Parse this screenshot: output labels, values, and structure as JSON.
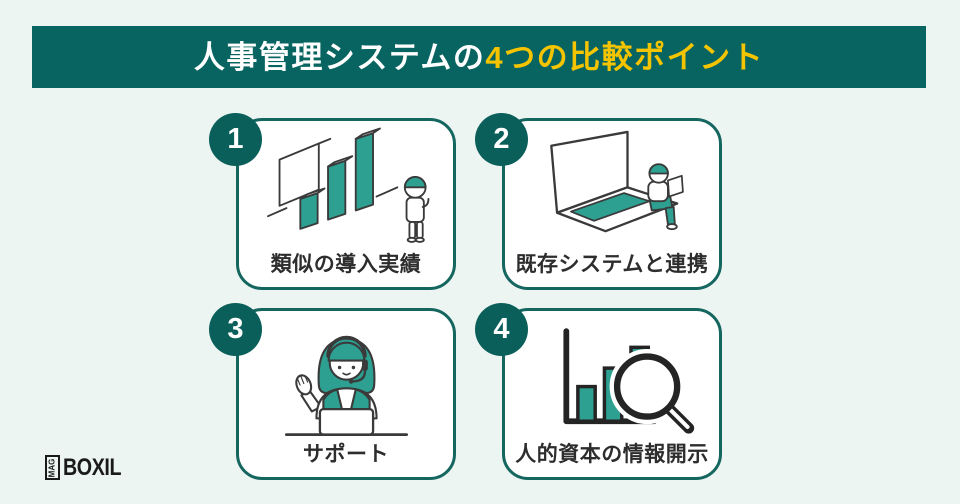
{
  "title": {
    "prefix": "人事管理システムの",
    "highlight": "4つの比較ポイント"
  },
  "cards": [
    {
      "number": "1",
      "label": "類似の導入実績",
      "icon": "isometric-bar-chart-with-thinking-person-illustration"
    },
    {
      "number": "2",
      "label": "既存システムと連携",
      "icon": "large-laptop-with-sitting-person-illustration"
    },
    {
      "number": "3",
      "label": "サポート",
      "icon": "support-operator-with-headset-illustration"
    },
    {
      "number": "4",
      "label": "人的資本の情報開示",
      "icon": "bar-chart-with-magnifier-illustration"
    }
  ],
  "logo": {
    "mag": "MAG",
    "name": "BOXIL"
  },
  "colors": {
    "background": "#ecf5f2",
    "banner": "#086460",
    "badge": "#0b5f5a",
    "card_border": "#166660",
    "card_background": "#ffffff",
    "accent_teal": "#2da092",
    "highlight_yellow": "#f5c400",
    "text": "#2d2d2d"
  }
}
